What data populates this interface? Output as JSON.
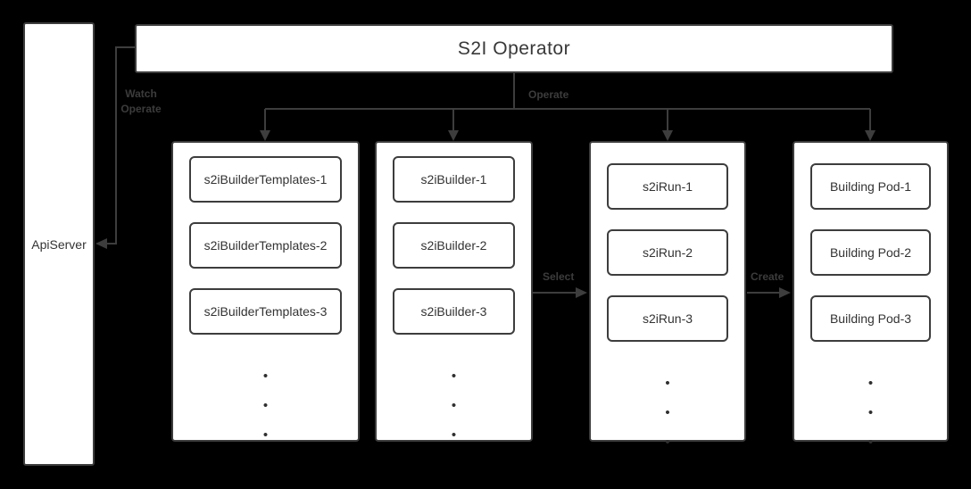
{
  "colors": {
    "background": "#000000",
    "box_fill": "#ffffff",
    "border": "#3d3d3d",
    "line": "#3d3d3d",
    "node_text": "#333333",
    "edge_label_text": "#3c3c3c"
  },
  "operator": {
    "title": "S2I Operator"
  },
  "api_server": {
    "label": "ApiServer"
  },
  "edges": {
    "watch": {
      "line1": "Watch",
      "line2": "Operate"
    },
    "operate": {
      "label": "Operate"
    },
    "select": {
      "label": "Select"
    },
    "create": {
      "label": "Create"
    }
  },
  "columns": [
    {
      "name": "builder-templates",
      "items": [
        "s2iBuilderTemplates-1",
        "s2iBuilderTemplates-2",
        "s2iBuilderTemplates-3"
      ]
    },
    {
      "name": "builders",
      "items": [
        "s2iBuilder-1",
        "s2iBuilder-2",
        "s2iBuilder-3"
      ]
    },
    {
      "name": "runs",
      "items": [
        "s2iRun-1",
        "s2iRun-2",
        "s2iRun-3"
      ]
    },
    {
      "name": "building-pods",
      "items": [
        "Building Pod-1",
        "Building Pod-2",
        "Building Pod-3"
      ]
    }
  ],
  "ellipsis_dot": "•"
}
